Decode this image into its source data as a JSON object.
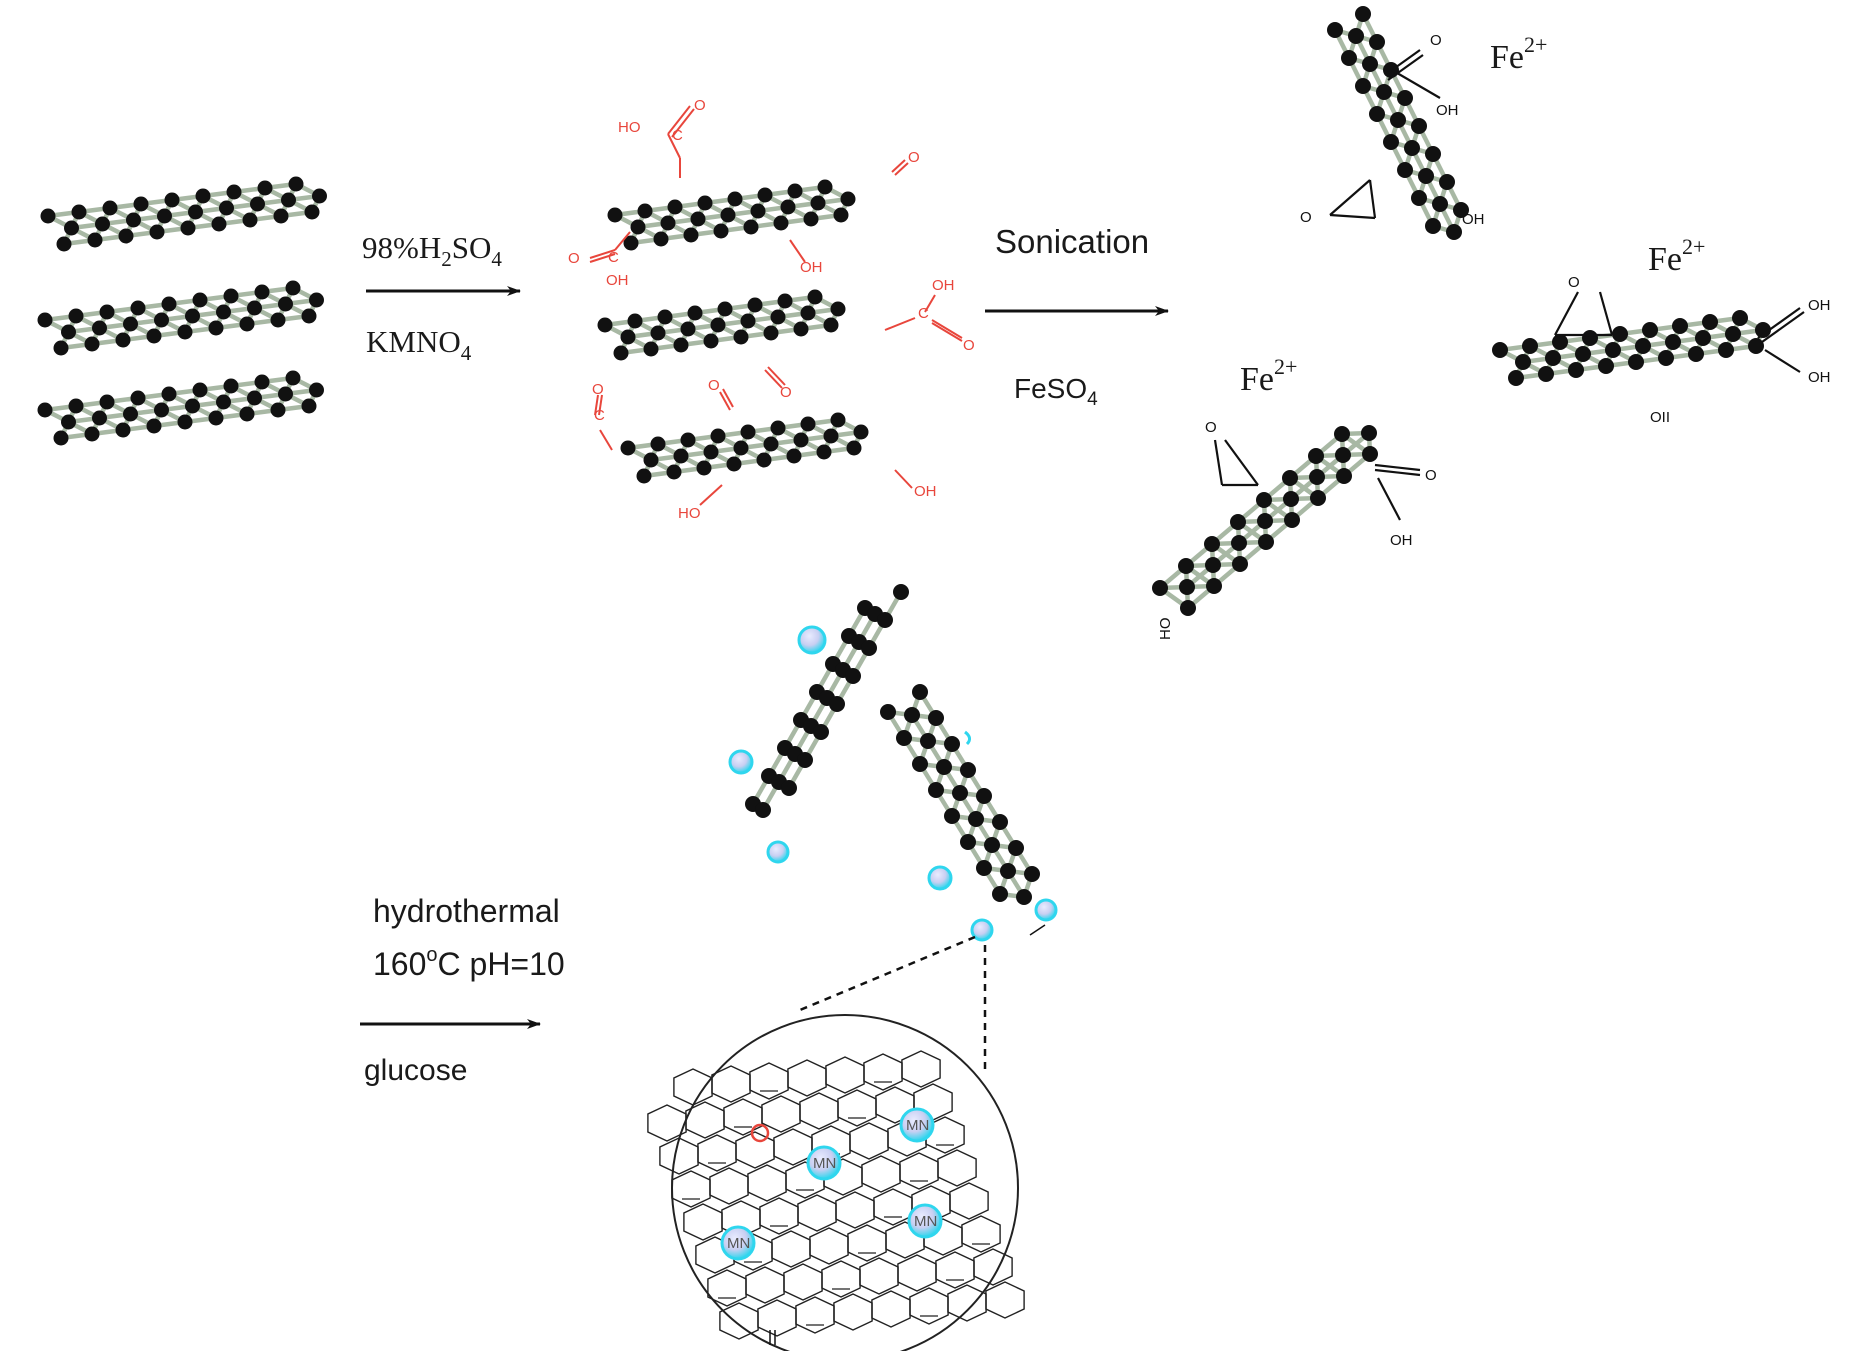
{
  "step1": {
    "reagent_top": "98%H",
    "sub2": "2",
    "reagent_top_b": "SO",
    "sub4": "4",
    "reagent_bottom": "KMNO",
    "sub4b": "4"
  },
  "step2": {
    "top": "Sonication",
    "bottom": "FeSO",
    "sub4": "4"
  },
  "step3": {
    "line1": "hydrothermal",
    "line2a": "160",
    "line2sup": "o",
    "line2b": "C pH=10",
    "bottom": "glucose"
  },
  "ions": {
    "fe_base": "Fe",
    "fe_sup": "2+"
  },
  "groups": {
    "oh": "OH",
    "o": "O",
    "ho": "HO",
    "c": "C",
    "mn": "MN",
    "oii": "OII"
  },
  "colors": {
    "atom": "#111111",
    "bond": "#a8b8a4",
    "oxidized": "#e8463c",
    "metal": "#2fd6ee",
    "metal_core": "#d8dcf8"
  }
}
